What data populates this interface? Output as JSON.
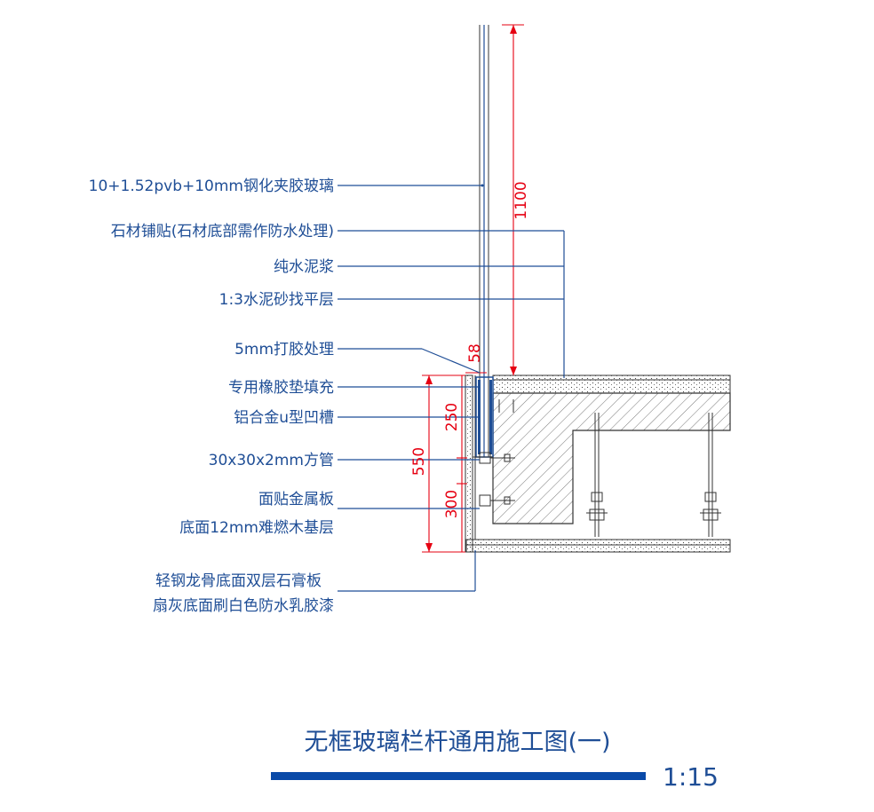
{
  "labels": {
    "glass": "10+1.52pvb+10mm钢化夹胶玻璃",
    "stone": "石材铺贴(石材底部需作防水处理)",
    "cement_paste": "纯水泥浆",
    "mortar": "1:3水泥砂找平层",
    "sealant": "5mm打胶处理",
    "rubber_pad": "专用橡胶垫填充",
    "u_channel": "铝合金u型凹槽",
    "square_tube": "30x30x2mm方管",
    "metal_panel_line1": "面贴金属板",
    "metal_panel_line2": "底面12mm难燃木基层",
    "gypsum_line1": "轻钢龙骨底面双层石膏板",
    "gypsum_line2": "扇灰底面刷白色防水乳胶漆"
  },
  "dimensions": {
    "height_1100": "1100",
    "gap_58": "58",
    "total_550": "550",
    "upper_250": "250",
    "lower_300": "300"
  },
  "title": "无框玻璃栏杆通用施工图(一)",
  "scale": "1:15",
  "colors": {
    "annotation": "#1f4e96",
    "dimension": "#e60012",
    "title_bar": "#0a4aa8"
  }
}
